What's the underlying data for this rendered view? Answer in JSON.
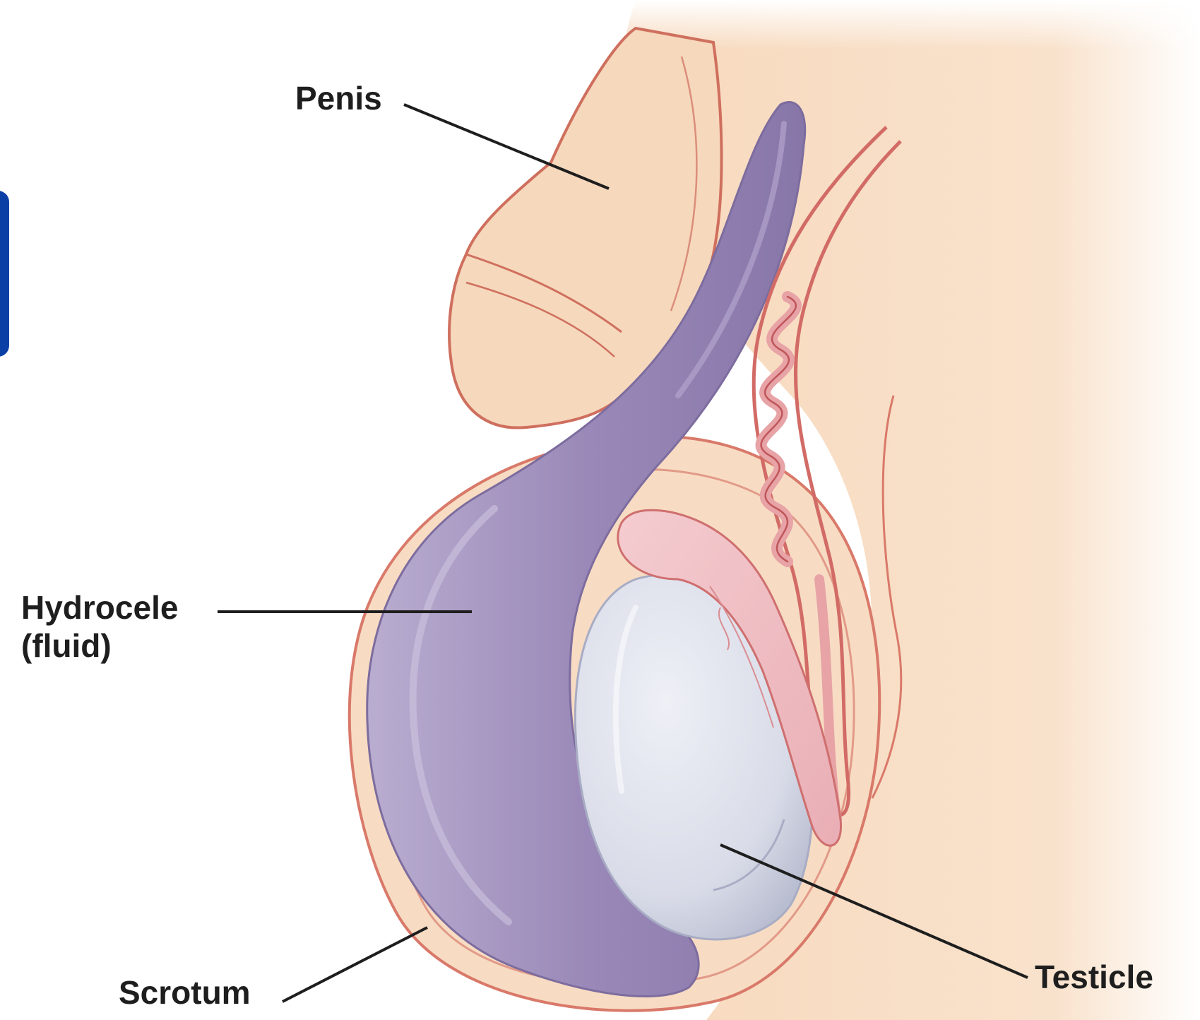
{
  "colors": {
    "skin": "#f6dcc2",
    "skin_outline": "#d9796a",
    "fluid": "#9686b6",
    "testicle": "#dde0ea",
    "epididymis": "#f0c2c6",
    "leader_line": "#1e1e1e",
    "tab_blue": "#0a3fa6"
  },
  "labels": {
    "penis": "Penis",
    "hydrocele_line1": "Hydrocele",
    "hydrocele_line2": "(fluid)",
    "scrotum": "Scrotum",
    "testicle": "Testicle"
  }
}
